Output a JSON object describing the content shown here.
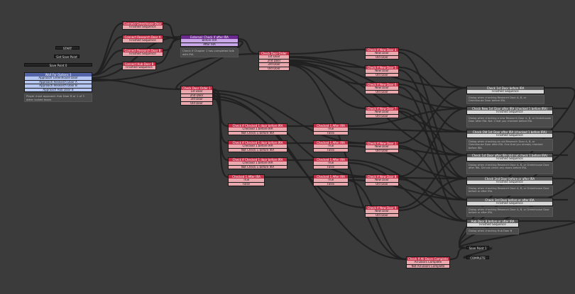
{
  "start": {
    "label": "START"
  },
  "get_save_point": {
    "label": "Get Save Point"
  },
  "save_point": {
    "label": "Save Point 0"
  },
  "wait_options": {
    "title": "Wait For Options 3",
    "options": [
      "Approach Greenhouse Door",
      "Approach Research Door A",
      "Approach Research Door B",
      "Approach Hub Door B"
    ]
  },
  "note_left": {
    "text": "Player must approach Hub Door B or 1 of 3 other locked doors"
  },
  "connect_nodes": [
    {
      "title": "Connect Greenhouse Door",
      "row": "Finished Sequence"
    },
    {
      "title": "Connect Research Door A",
      "row": "Finished Sequence"
    },
    {
      "title": "Connect Research Door B",
      "row": "Finished Sequence"
    },
    {
      "title": "Connect Hub Door B",
      "row": "Finished Sequence"
    }
  ],
  "external": {
    "title": "External: Check if after IRA",
    "rows": [
      "Before IRA",
      "After IRA"
    ]
  },
  "note_chapter": {
    "text": "Check if Chapter 1 has completed talk with IRA"
  },
  "check_door_order": {
    "title": "Check Door Order",
    "rows": [
      "1st Door",
      "2nd Door",
      "3rd Door",
      "Old Door"
    ]
  },
  "check_door_order_b": {
    "title": "Check Door Order 1",
    "rows": [
      "1st Door",
      "2nd Door",
      "3rd Door",
      "Old Door"
    ]
  },
  "new_door_nodes": [
    {
      "title": "Check If New Door 4",
      "rows": [
        "New Door",
        "Old Door"
      ]
    },
    {
      "title": "Check If New Door 5",
      "rows": [
        "New Door",
        "Old Door"
      ]
    },
    {
      "title": "Check If New Door 6",
      "rows": [
        "New Door",
        "Old Door"
      ]
    },
    {
      "title": "Check If New Door 7",
      "rows": [
        "New Door",
        "Old Door"
      ]
    },
    {
      "title": "Check If New Door 1",
      "rows": [
        "New Door",
        "Old Door"
      ]
    },
    {
      "title": "Check If New Door 8",
      "rows": [
        "New Door",
        "Old Door"
      ]
    },
    {
      "title": "Check If New Door 9",
      "rows": [
        "New Door",
        "Old Door"
      ]
    }
  ],
  "checked_nodes": [
    {
      "title": "Check If Checked 1 door before IRA",
      "rows": [
        "Checked 1 before IRA",
        "Not Check 1 before IRA"
      ]
    },
    {
      "title": "Check If Checked 1 door before IRA",
      "rows": [
        "Checked 1 before IRA",
        "Not Check 1 before IRA"
      ]
    },
    {
      "title": "Check If Checked 1 door before IRA",
      "rows": [
        "Checked 1 before IRA",
        "Not Check 1 before IRA"
      ]
    },
    {
      "title": "Checked 1 After IRA",
      "rows": [
        "True",
        "False"
      ]
    }
  ],
  "after_nodes": [
    {
      "title": "Checked 1 After IRA",
      "rows": [
        "True",
        "False"
      ]
    },
    {
      "title": "Checked 1 After IRA",
      "rows": [
        "True",
        "False"
      ]
    },
    {
      "title": "Checked 1 After IRA",
      "rows": [
        "True",
        "False"
      ]
    },
    {
      "title": "Checked 1 After IRA",
      "rows": [
        "True",
        "False"
      ]
    }
  ],
  "all_doors": {
    "title": "Check If All Doors Complete",
    "rows": [
      "All Doors Complete",
      "Not All Doors Complete"
    ]
  },
  "right_nodes": [
    {
      "title": "Check 1st Door before IRA",
      "row": "Finished Sequence",
      "note": "Dialog when checking Research Door A, B, or Greenhouse Door before IRA."
    },
    {
      "title": "Check New 1st Door after IRA (checked 1 before IRA)",
      "row": "Finished Sequence",
      "note": "Dialog when checking a new Research Door A, B, or Greenhouse Door after IRA. Not 1 that you checked before IRA."
    },
    {
      "title": "Check Old 1st Door after IRA (checked 1 before IRA)",
      "row": "Finished Sequence",
      "note": "Dialog when checking an old Research Door A, B, or Greenhouse Door after IRA. One that you already checked before IRA."
    },
    {
      "title": "Check 1st Door after IRA (did not check 1 before IRA)",
      "row": "Finished Sequence",
      "note": "Dialog when checking Research Door A, B, or Greenhouse Door after IRA. Did not check any doors before IRA."
    },
    {
      "title": "Check 2nd Door before or after IRA",
      "row": "Finished Sequence",
      "note": "Dialog when checking Research Door A, B, or Greenhouse Door before or after IRA."
    },
    {
      "title": "Check 3rd Door before or after IRA",
      "row": "Finished Sequence",
      "note": "Dialog when checking Research Door A, B, or Greenhouse Door before or after IRA."
    },
    {
      "title": "Hub Door B before or after IRA",
      "row": "Finished Sequence",
      "note": "Dialog when checking Hub Door B"
    }
  ],
  "save_point_end": {
    "label": "Save Point 1"
  },
  "complete": {
    "label": "COMPLETE"
  }
}
